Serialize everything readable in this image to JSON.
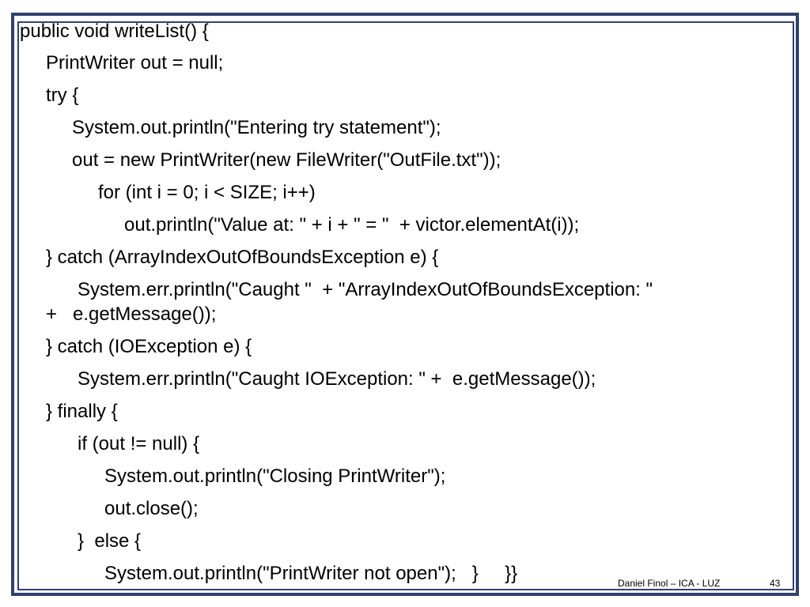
{
  "slide": {
    "code_lines": [
      "public void writeList() {",
      "PrintWriter out = null;",
      "try {",
      "System.out.println(\"Entering try statement\");",
      "out = new PrintWriter(new FileWriter(\"OutFile.txt\"));",
      "for (int i = 0; i < SIZE; i++)",
      "out.println(\"Value at: \" + i + \" = \"  + victor.elementAt(i));",
      "} catch (ArrayIndexOutOfBoundsException e) {",
      "System.err.println(\"Caught \"  + \"ArrayIndexOutOfBoundsException: \"",
      "+   e.getMessage());",
      "} catch (IOException e) {",
      "System.err.println(\"Caught IOException: \" +  e.getMessage());",
      "} finally {",
      "if (out != null) {",
      "System.out.println(\"Closing PrintWriter\");",
      "out.close();",
      "}  else {",
      "System.out.println(\"PrintWriter not open\");   }     }}"
    ],
    "footer": {
      "author": "Daniel Finol – ICA - LUZ",
      "page_number": "43"
    }
  },
  "colors": {
    "frame": "#31416f",
    "text": "#000000",
    "background": "#ffffff"
  }
}
